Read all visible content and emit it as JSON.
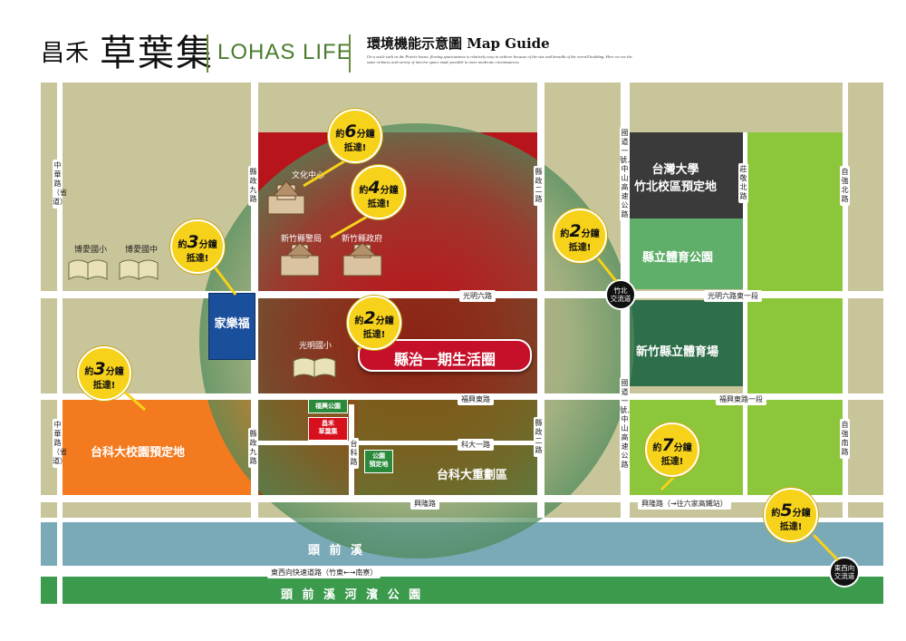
{
  "header": {
    "brand_prefix": "昌禾",
    "brand_name": "草葉集",
    "tagline": "LOHAS LIFE",
    "map_title": "環境機能示意圖 Map Guide",
    "description": "On a scale such as the Prairie house, flowing spaciousness is relatively easy to achieve because of the size and breadth of the overall building. Here we see the same richness and variety of interior space made possible in more moderate circumstances."
  },
  "roads": {
    "zhonghua_upper": "中華路（省道）",
    "zhonghua_lower": "中華路（省道）",
    "xianzheng9_upper": "縣政九路",
    "xianzheng9_lower": "縣政九路",
    "xianzheng2_upper": "縣政二路",
    "xianzheng2_lower": "縣政二路",
    "freeway_upper": "國道一號．中山高速公路",
    "freeway_lower": "國道一號．中山高速公路",
    "zhuangjing": "莊敬北路",
    "ziqiang_upper": "自強北路",
    "ziqiang_lower": "自強南路",
    "guangming6": "光明六路",
    "guangming6_east": "光明六路東一段",
    "fuxing_east": "福興東路",
    "fuxing_east1": "福興東路一段",
    "keda1": "科大一路",
    "taike": "台科路",
    "xinglong": "興隆路",
    "xinglong_east": "興隆路（→往六家高鐵站）",
    "expressway": "東西向快速道路（竹東←→南寮）"
  },
  "zones": {
    "county_circle": "縣治一期生活圈",
    "jialefu": "家樂福",
    "tkd_campus": "台科大校園預定地",
    "tkd_redevelopment": "台科大重劃區",
    "ntu": "台灣大學\n竹北校區預定地",
    "stadium_park": "縣立體育公園",
    "stadium": "新竹縣立體育場",
    "river": "頭 前 溪",
    "river_park": "頭 前 溪 河 濱 公 園",
    "fuxing_park": "福興公園",
    "changhe_site": "昌禾\n草葉集",
    "park_site": "公園\n預定地"
  },
  "landmarks": {
    "culture_center": "文化中心",
    "police": "新竹縣警局",
    "county_gov": "新竹縣政府",
    "boai_primary": "博愛國小",
    "boai_junior": "博愛國中",
    "guangming_primary": "光明國小"
  },
  "interchanges": {
    "zhubei": "竹北\n交流道",
    "eastwest": "東西向\n交流道"
  },
  "bubbles": [
    {
      "prefix": "約",
      "num": "6",
      "unit": "分鐘",
      "sub": "抵達!"
    },
    {
      "prefix": "約",
      "num": "4",
      "unit": "分鐘",
      "sub": "抵達!"
    },
    {
      "prefix": "約",
      "num": "3",
      "unit": "分鐘",
      "sub": "抵達!"
    },
    {
      "prefix": "約",
      "num": "2",
      "unit": "分鐘",
      "sub": "抵達!"
    },
    {
      "prefix": "約",
      "num": "2",
      "unit": "分鐘",
      "sub": "抵達!"
    },
    {
      "prefix": "約",
      "num": "3",
      "unit": "分鐘",
      "sub": "抵達!"
    },
    {
      "prefix": "約",
      "num": "7",
      "unit": "分鐘",
      "sub": "抵達!"
    },
    {
      "prefix": "約",
      "num": "5",
      "unit": "分鐘",
      "sub": "抵達!"
    }
  ]
}
